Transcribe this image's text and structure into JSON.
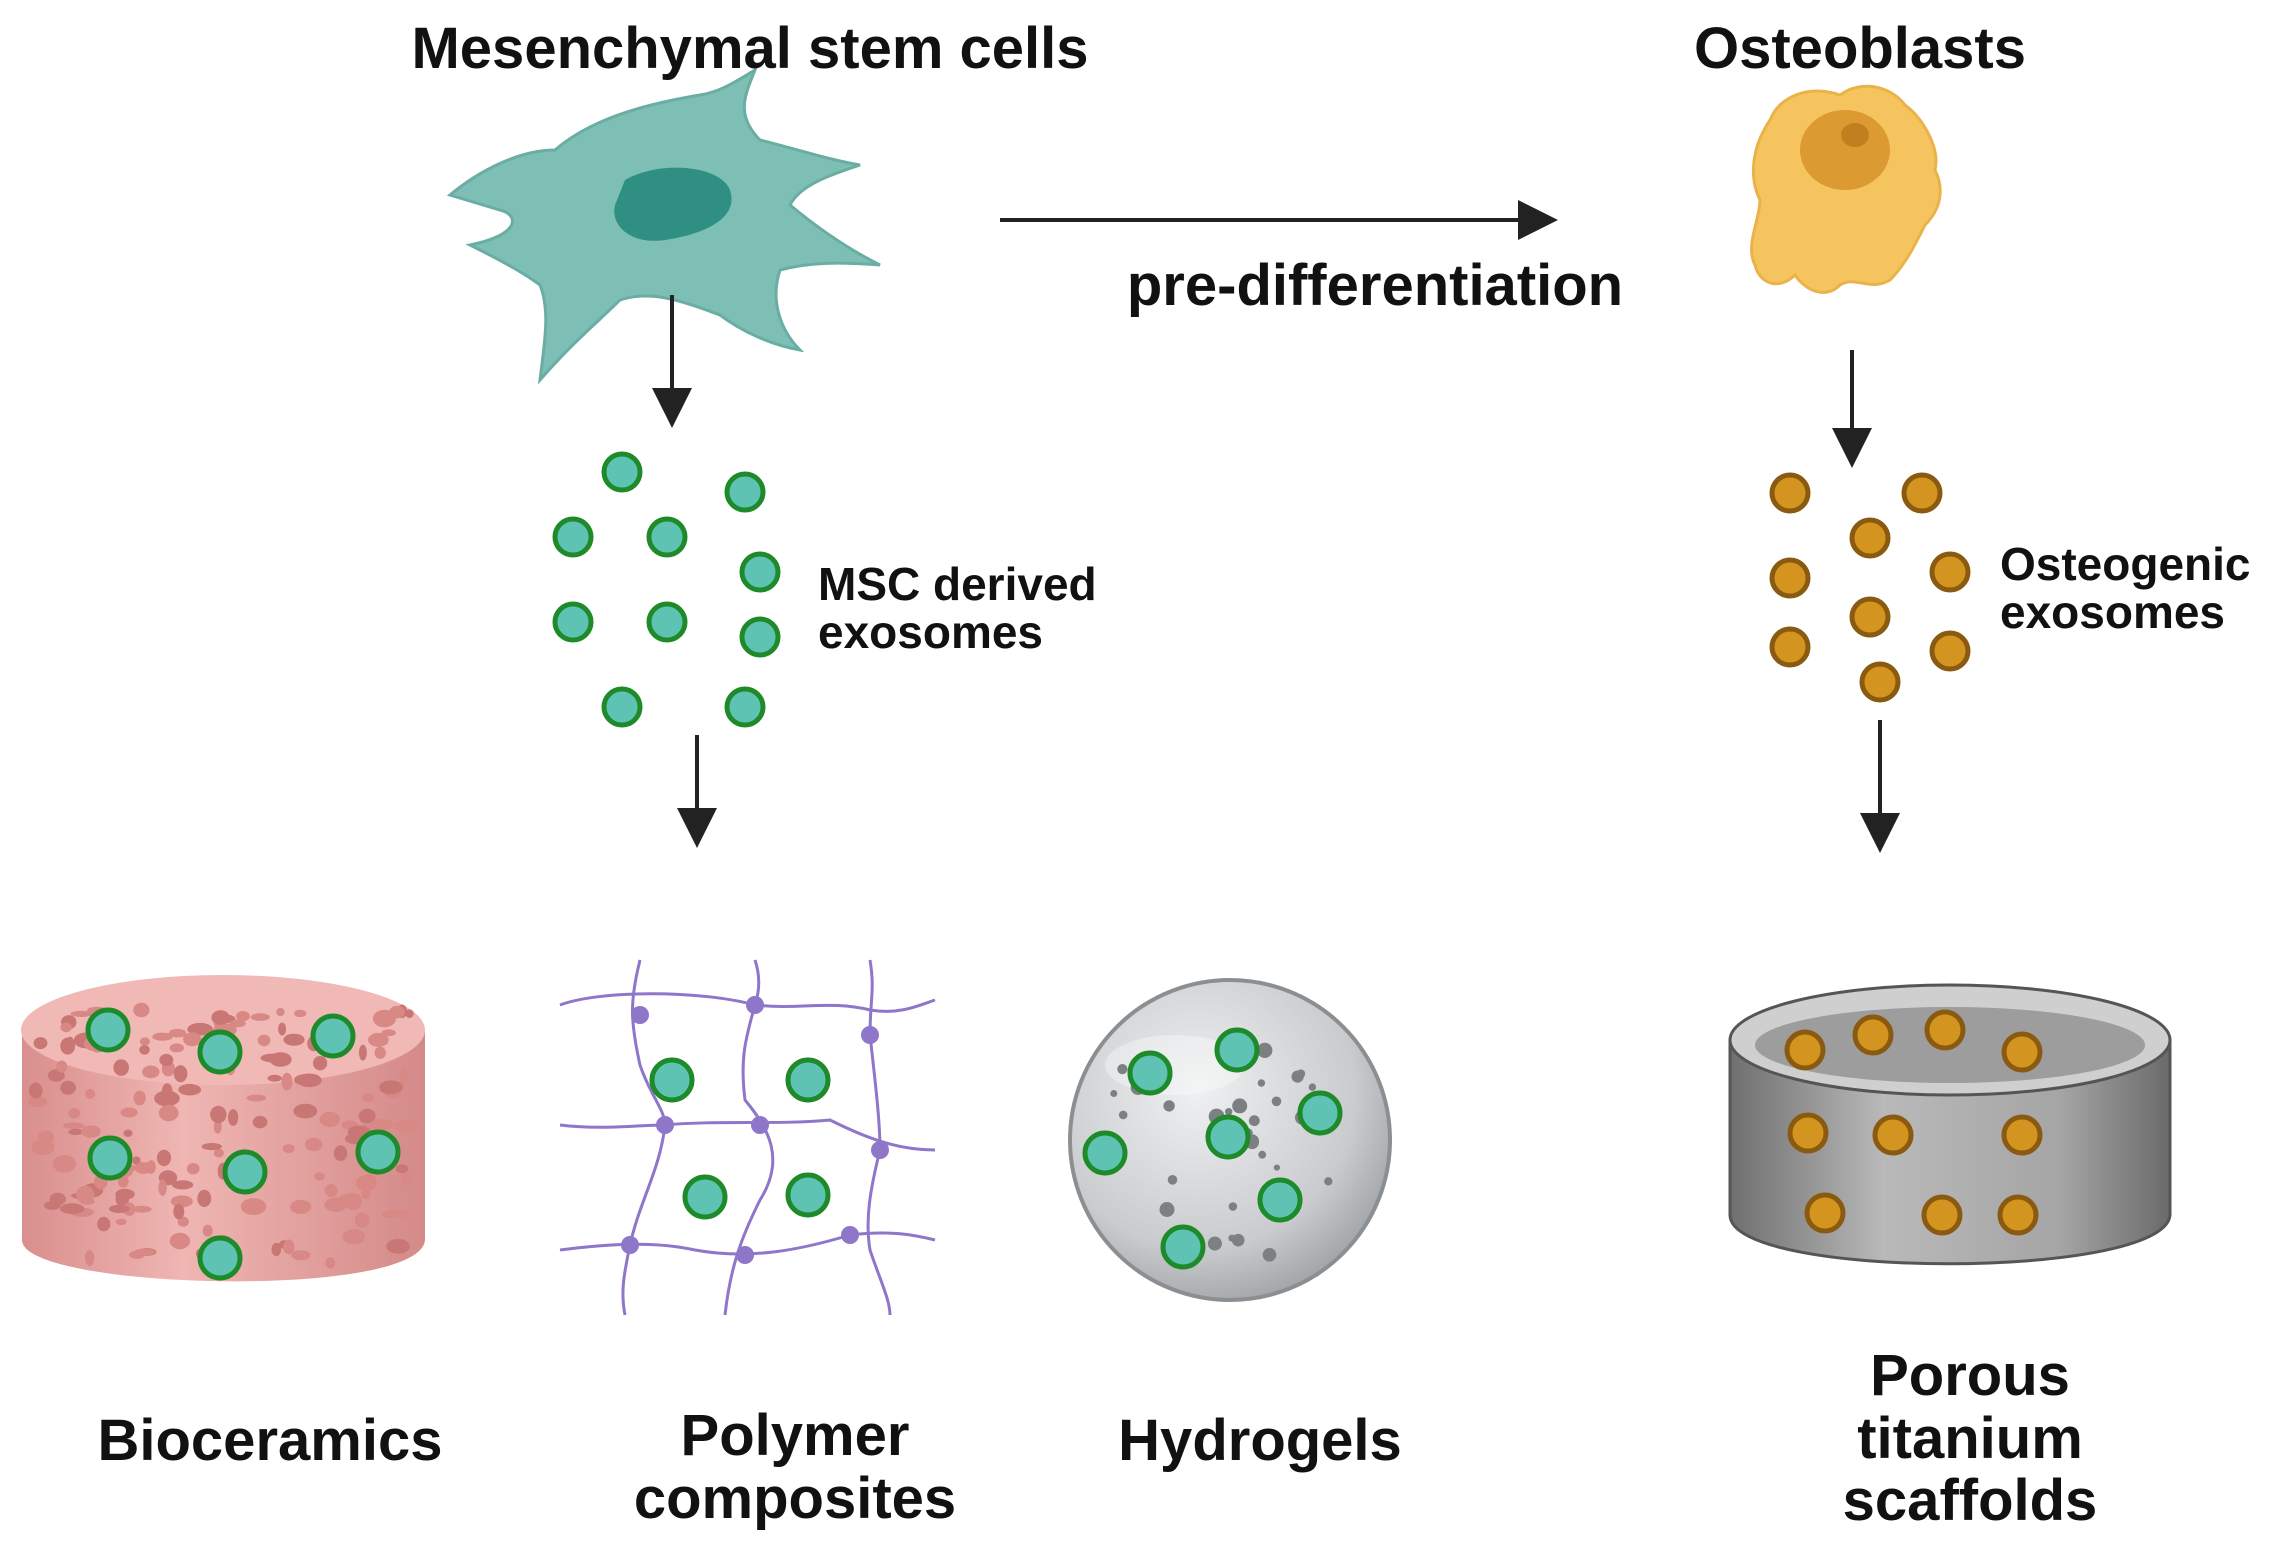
{
  "colors": {
    "msc_exosome_fill": "#5fc3b4",
    "msc_exosome_ring": "#1f8a2a",
    "osteo_exosome_fill": "#d3951f",
    "osteo_exosome_ring": "#8a5a10",
    "msc_cell": "#7dbfb5",
    "osteoblast": "#f5c45f",
    "bioceramic": "#e9a8a6",
    "polymer": "#8e76c9",
    "hydrogel": "#c4c6c8",
    "titanium": "#9a9a9a"
  },
  "labels": {
    "msc": "Mesenchymal stem cells",
    "osteoblasts": "Osteoblasts",
    "pre_diff": "pre-differentiation",
    "msc_exo_line1": "MSC derived",
    "msc_exo_line2": "exosomes",
    "osteo_exo_line1": "Osteogenic",
    "osteo_exo_line2": "exosomes",
    "bioceramics": "Bioceramics",
    "polymer_line1": "Polymer",
    "polymer_line2": "composites",
    "hydrogels": "Hydrogels",
    "titanium_line1": "Porous",
    "titanium_line2": "titanium",
    "titanium_line3": "scaffolds"
  }
}
